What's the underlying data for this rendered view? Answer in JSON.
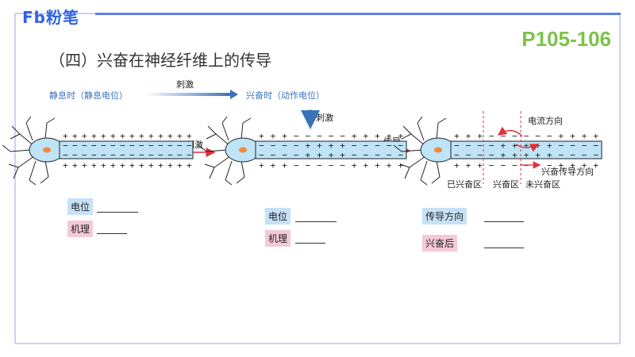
{
  "brand": {
    "logo_text": "Fb粉笔"
  },
  "page_number": "P105-106",
  "title": "（四）兴奋在神经纤维上的传导",
  "top_flow": {
    "rest_label": "静息时（静息电位）",
    "stim_label": "刺激",
    "excite_label": "兴奋时（动作电位）"
  },
  "diagram": {
    "stim_top": "刺激",
    "arrow1_label": "刺激",
    "arrow2_label": "传导",
    "current_dir": "电流方向",
    "conduct_dir": "兴奋传导方向",
    "zone_after": "已兴奋区",
    "zone_excite": "兴奋区",
    "zone_before": "未兴奋区"
  },
  "panel1": {
    "potential_label": "电位",
    "mechanism_label": "机理"
  },
  "panel2": {
    "potential_label": "电位",
    "mechanism_label": "机理"
  },
  "panel3": {
    "direction_label": "传导方向",
    "after_label": "兴奋后"
  },
  "colors": {
    "accent": "#5f7ee8",
    "page_number": "#7cc24a",
    "axon": "#bfe3f7",
    "nucleus": "#f28a3c",
    "arrow": "#e0303a"
  }
}
